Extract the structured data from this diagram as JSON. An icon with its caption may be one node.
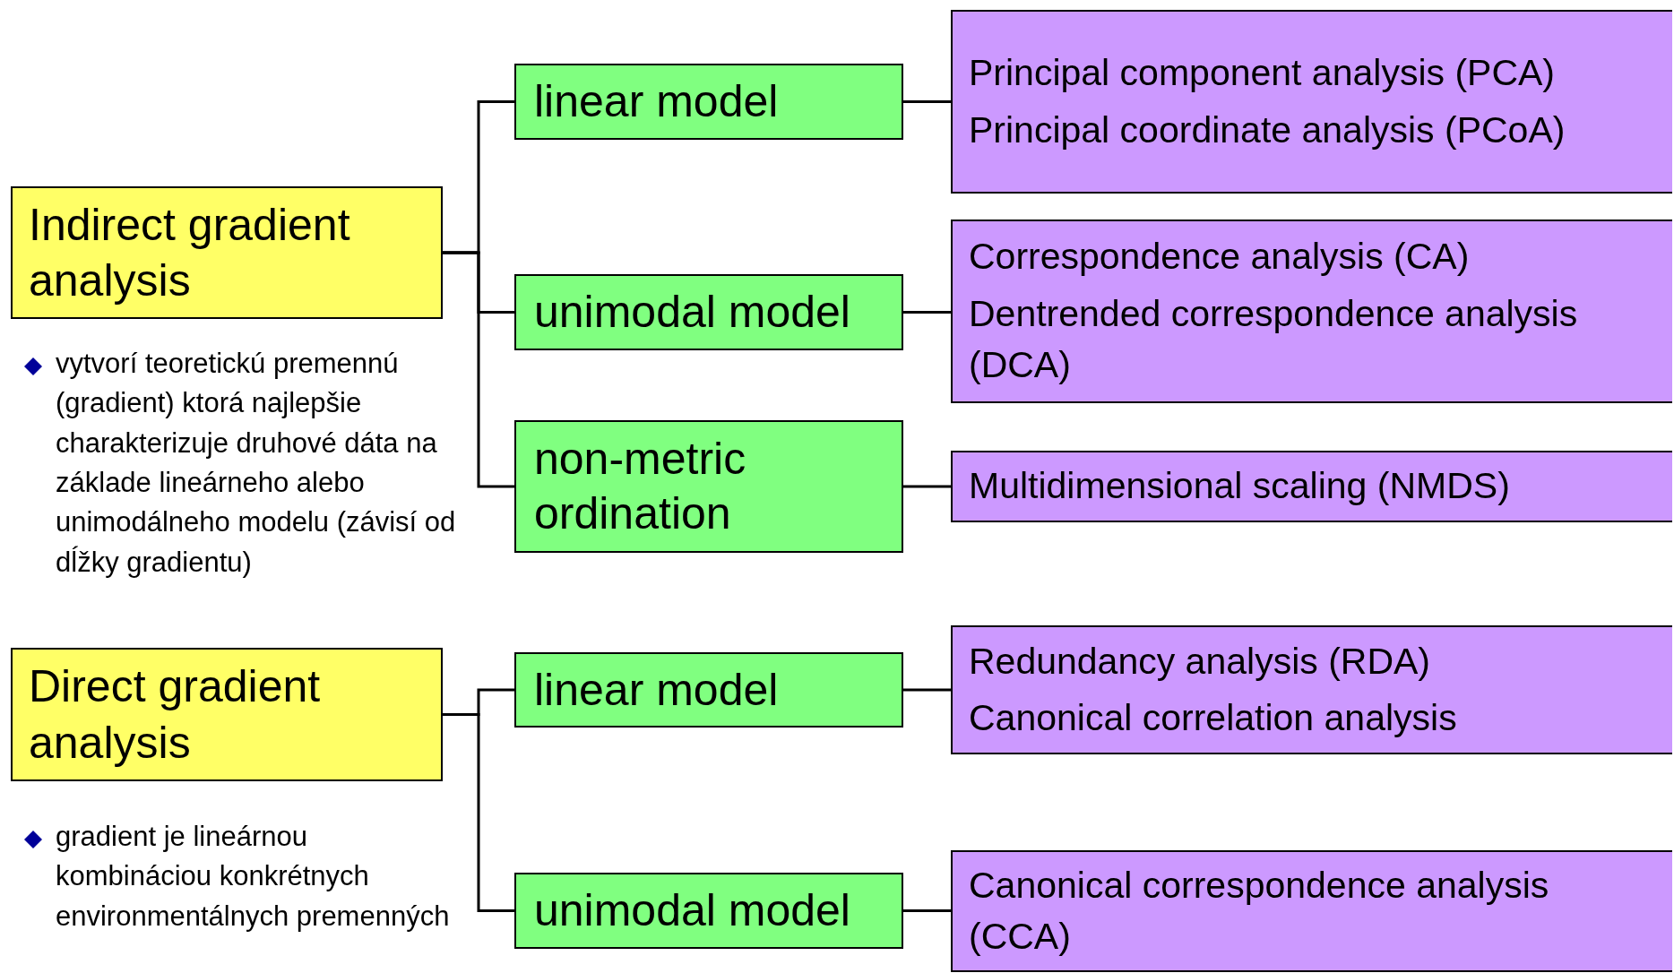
{
  "diagram": {
    "nodes": [
      {
        "text": [
          "Indirect gradient analysis"
        ],
        "beside": [
          "vytvorí teoretickú premennú (gradient) ktorá najlepšie charakterizuje druhové dáta na základe lineárneho alebo unimodálneho modelu (závisí od dĺžky gradientu)"
        ]
      },
      {
        "text": [
          "linear model"
        ]
      },
      {
        "text": [
          "Principal component analysis (PCA)",
          "Principal coordinate analysis (PCoA)"
        ]
      },
      {
        "text": [
          "unimodal model"
        ]
      },
      {
        "text": [
          "Correspondence analysis (CA)",
          "Dentrended correspondence analysis (DCA)"
        ]
      },
      {
        "text": [
          "non-metric ordination"
        ]
      },
      {
        "text": [
          "Multidimensional scaling (NMDS)"
        ]
      },
      {
        "text": [
          "Direct gradient analysis"
        ],
        "beside": [
          "gradient je lineárnou kombináciou konkrétnych environmentálnych premenných"
        ]
      },
      {
        "text": [
          "linear model"
        ]
      },
      {
        "text": [
          "Redundancy analysis (RDA)",
          "Canonical correlation analysis"
        ]
      },
      {
        "text": [
          "unimodal model"
        ]
      },
      {
        "text": [
          "Canonical correspondence analysis (CCA)"
        ]
      }
    ],
    "edges": [
      {
        "from": 0,
        "to": 1,
        "arrow": "none"
      },
      {
        "from": 0,
        "to": 3,
        "arrow": "none"
      },
      {
        "from": 0,
        "to": 5,
        "arrow": "none"
      },
      {
        "from": 1,
        "to": 2,
        "arrow": "none"
      },
      {
        "from": 3,
        "to": 4,
        "arrow": "none"
      },
      {
        "from": 5,
        "to": 6,
        "arrow": "none"
      },
      {
        "from": 7,
        "to": 8,
        "arrow": "none"
      },
      {
        "from": 7,
        "to": 10,
        "arrow": "none"
      },
      {
        "from": 8,
        "to": 9,
        "arrow": "none"
      },
      {
        "from": 10,
        "to": 11,
        "arrow": "none"
      }
    ]
  }
}
